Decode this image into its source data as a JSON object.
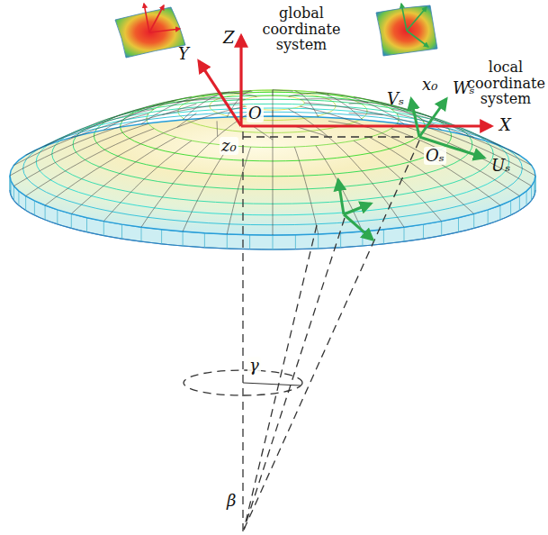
{
  "diagram": {
    "labels": [
      "global coordinate system",
      "local coordinate system",
      "Z",
      "Y",
      "X",
      "O",
      "z₀",
      "Vₛ",
      "x₀",
      "Wₛ",
      "Oₛ",
      "Uₛ",
      "γ",
      "β"
    ]
  }
}
